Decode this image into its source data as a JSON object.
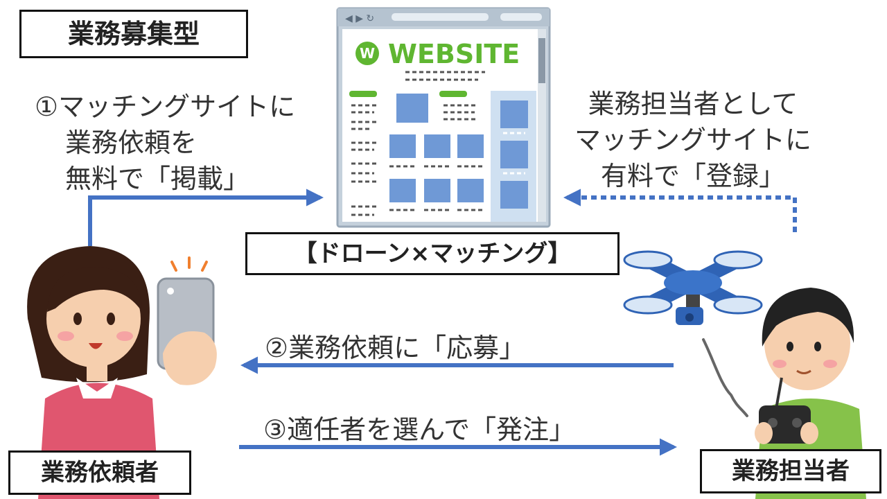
{
  "title": "業務募集型",
  "matching_label": "【ドローン×マッチング】",
  "requester_label": "業務依頼者",
  "worker_label": "業務担当者",
  "website_logo_letter": "W",
  "website_logo_text": "WEBSITE",
  "step1": {
    "line1": "①マッチングサイトに",
    "line2": "業務依頼を",
    "line3": "無料で「掲載」"
  },
  "register": {
    "line1": "業務担当者として",
    "line2": "マッチングサイトに",
    "line3": "有料で「登録」"
  },
  "step2": "②業務依頼に「応募」",
  "step3": "③適任者を選んで「発注」",
  "colors": {
    "arrow": "#4472C4",
    "browser_frame": "#9aa9b8",
    "logo_green": "#5fb631",
    "tile_blue": "#6f99d6",
    "drone_blue": "#2f63b5",
    "woman_shirt": "#e0566f",
    "man_shirt": "#86c24a"
  }
}
